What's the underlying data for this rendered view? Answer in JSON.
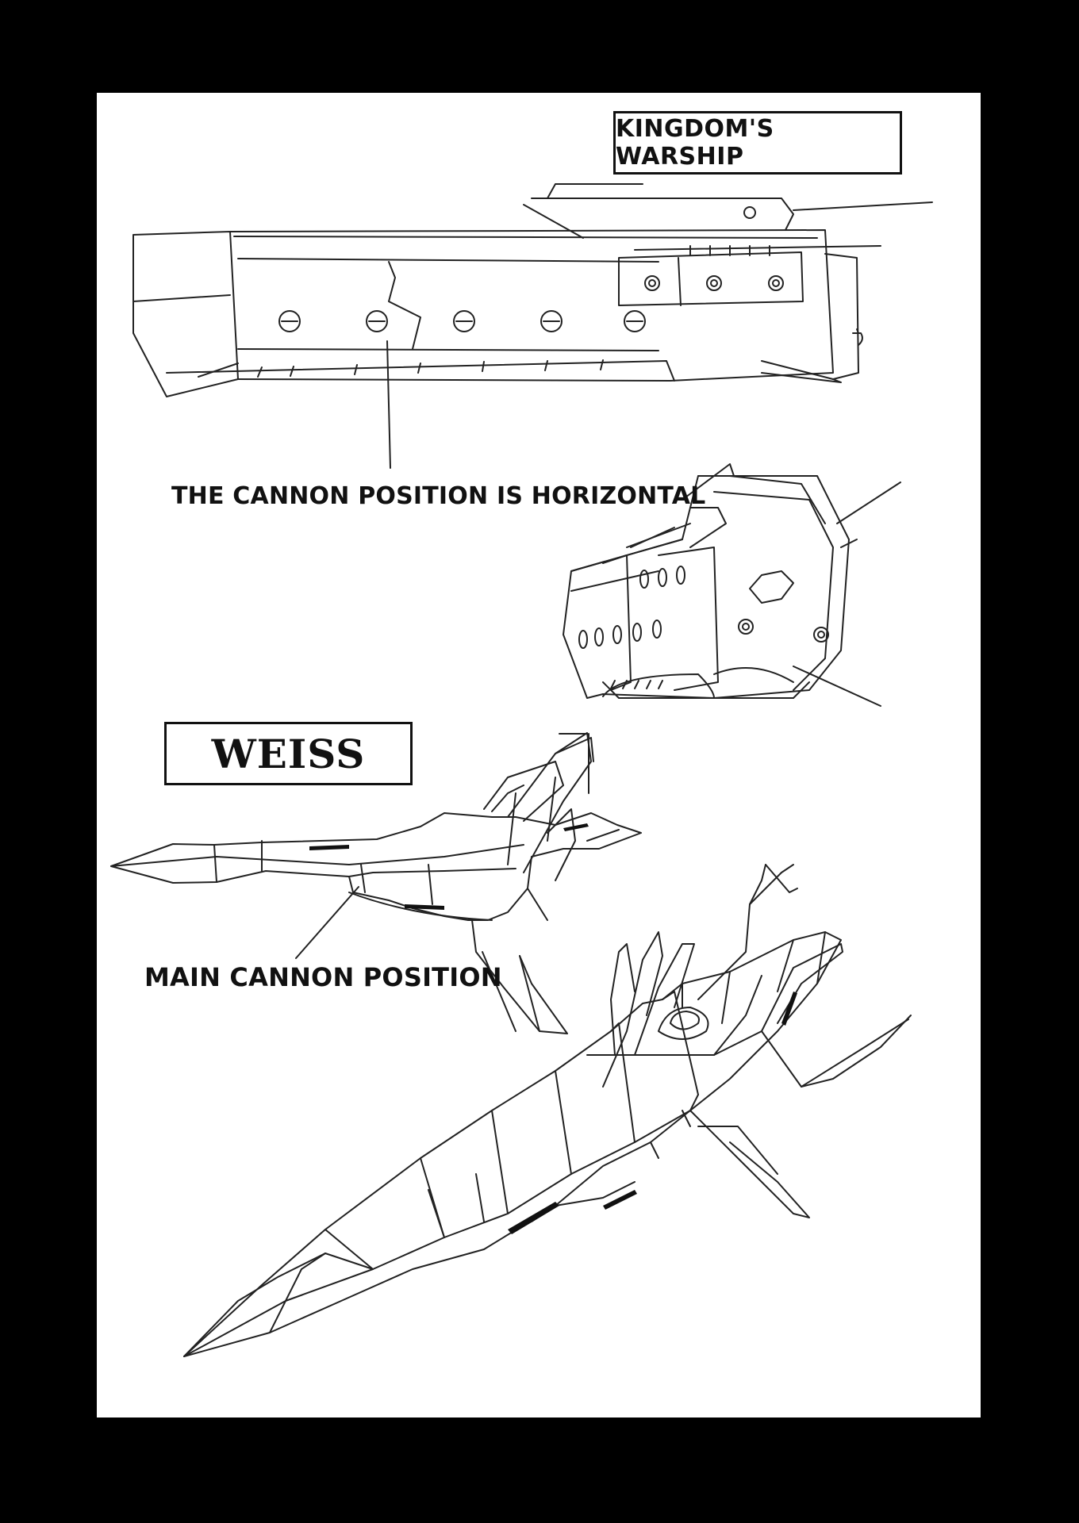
{
  "labels": {
    "kingdom_warship": "KINGDOM'S WARSHIP",
    "weiss": "WEISS"
  },
  "annotations": {
    "cannon_horizontal": "THE CANNON POSITION IS HORIZONTAL",
    "main_cannon": "MAIN CANNON POSITION"
  },
  "colors": {
    "background": "#000000",
    "page": "#ffffff",
    "ink": "#111111"
  }
}
